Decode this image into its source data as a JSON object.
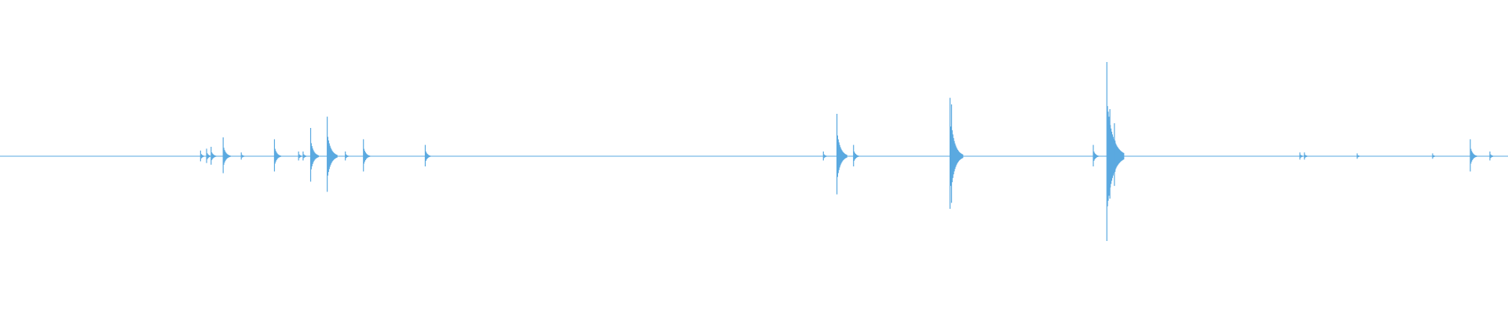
{
  "chart_data": {
    "type": "line",
    "title": "",
    "xlabel": "",
    "ylabel": "",
    "xlim": [
      0,
      1
    ],
    "ylim": [
      -1,
      1
    ],
    "grid": false,
    "legend": "none",
    "color": "#5aa9e0",
    "baseline_amplitude": 0.004,
    "events": [
      {
        "t": 0.133,
        "amp": 0.06
      },
      {
        "t": 0.137,
        "amp": 0.08
      },
      {
        "t": 0.14,
        "amp": 0.1
      },
      {
        "t": 0.148,
        "amp": 0.2
      },
      {
        "t": 0.16,
        "amp": 0.04
      },
      {
        "t": 0.182,
        "amp": 0.18
      },
      {
        "t": 0.198,
        "amp": 0.05
      },
      {
        "t": 0.201,
        "amp": 0.05
      },
      {
        "t": 0.206,
        "amp": 0.3
      },
      {
        "t": 0.217,
        "amp": 0.42
      },
      {
        "t": 0.229,
        "amp": 0.05
      },
      {
        "t": 0.241,
        "amp": 0.18
      },
      {
        "t": 0.282,
        "amp": 0.12
      },
      {
        "t": 0.546,
        "amp": 0.05
      },
      {
        "t": 0.555,
        "amp": 0.45
      },
      {
        "t": 0.566,
        "amp": 0.12
      },
      {
        "t": 0.63,
        "amp": 0.62
      },
      {
        "t": 0.631,
        "amp": 0.55
      },
      {
        "t": 0.725,
        "amp": 0.12
      },
      {
        "t": 0.734,
        "amp": 1.0
      },
      {
        "t": 0.736,
        "amp": 0.5
      },
      {
        "t": 0.739,
        "amp": 0.35
      },
      {
        "t": 0.862,
        "amp": 0.04
      },
      {
        "t": 0.865,
        "amp": 0.04
      },
      {
        "t": 0.9,
        "amp": 0.03
      },
      {
        "t": 0.95,
        "amp": 0.03
      },
      {
        "t": 0.975,
        "amp": 0.18
      },
      {
        "t": 0.988,
        "amp": 0.05
      }
    ]
  }
}
